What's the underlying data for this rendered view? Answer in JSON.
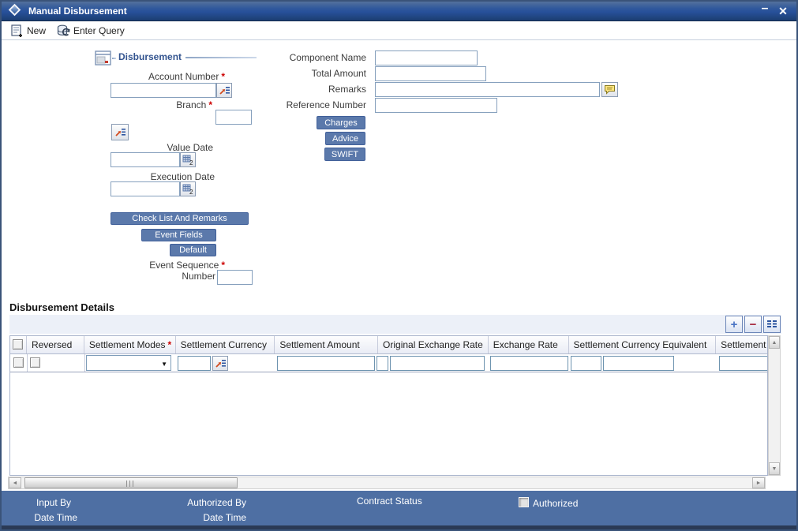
{
  "titlebar": {
    "title": "Manual Disbursement",
    "minimize_glyph": "–",
    "close_glyph": "✕"
  },
  "toolbar": {
    "new_label": "New",
    "enter_query_label": "Enter Query"
  },
  "form": {
    "required_marker": "*",
    "section_title": "Disbursement",
    "account_number_label": "Account Number",
    "branch_label": "Branch",
    "value_date_label": "Value Date",
    "execution_date_label": "Execution Date",
    "event_sequence_label_line1": "Event Sequence",
    "event_sequence_label_line2": "Number",
    "component_name_label": "Component Name",
    "total_amount_label": "Total Amount",
    "remarks_label": "Remarks",
    "reference_number_label": "Reference Number",
    "account_number_value": "",
    "branch_value": "",
    "value_date_value": "",
    "execution_date_value": "",
    "event_sequence_value": "",
    "component_name_value": "",
    "total_amount_value": "",
    "remarks_value": "",
    "reference_number_value": "",
    "calendar_badge": "2"
  },
  "buttons": {
    "check_list": "Check List And Remarks",
    "event_fields": "Event Fields",
    "default": "Default",
    "charges": "Charges",
    "advice": "Advice",
    "swift": "SWIFT"
  },
  "details": {
    "title": "Disbursement Details",
    "add_glyph": "+",
    "remove_glyph": "−",
    "columns": [
      {
        "label": "Reversed",
        "required": false
      },
      {
        "label": "Settlement Modes",
        "required": true
      },
      {
        "label": "Settlement Currency",
        "required": false
      },
      {
        "label": "Settlement Amount",
        "required": false
      },
      {
        "label": "Original Exchange Rate",
        "required": false
      },
      {
        "label": "Exchange Rate",
        "required": false
      },
      {
        "label": "Settlement Currency Equivalent",
        "required": false
      },
      {
        "label": "Settlement",
        "required": false
      }
    ],
    "row": {
      "reversed_checked": false,
      "settlement_mode_value": "",
      "settlement_currency_value": "",
      "settlement_amount_value": "",
      "original_exchange_rate_value": "",
      "exchange_rate_value": "",
      "settlement_currency_equivalent_value": "",
      "settlement_value": ""
    }
  },
  "scrollbar": {
    "up_glyph": "▲",
    "down_glyph": "▼",
    "left_glyph": "◄",
    "right_glyph": "►"
  },
  "footer": {
    "input_by_label": "Input By",
    "input_date_time_label": "Date Time",
    "authorized_by_label": "Authorized By",
    "authorized_date_time_label": "Date Time",
    "contract_status_label": "Contract Status",
    "authorized_label": "Authorized",
    "authorized_checked": false
  },
  "colors": {
    "titlebar_blue": "#27509a",
    "accent_blue": "#33548f",
    "button_slate": "#5b79ab",
    "footer_blue": "#4e6fa3",
    "required_red": "#cc0000",
    "input_border": "#86a0bd"
  }
}
